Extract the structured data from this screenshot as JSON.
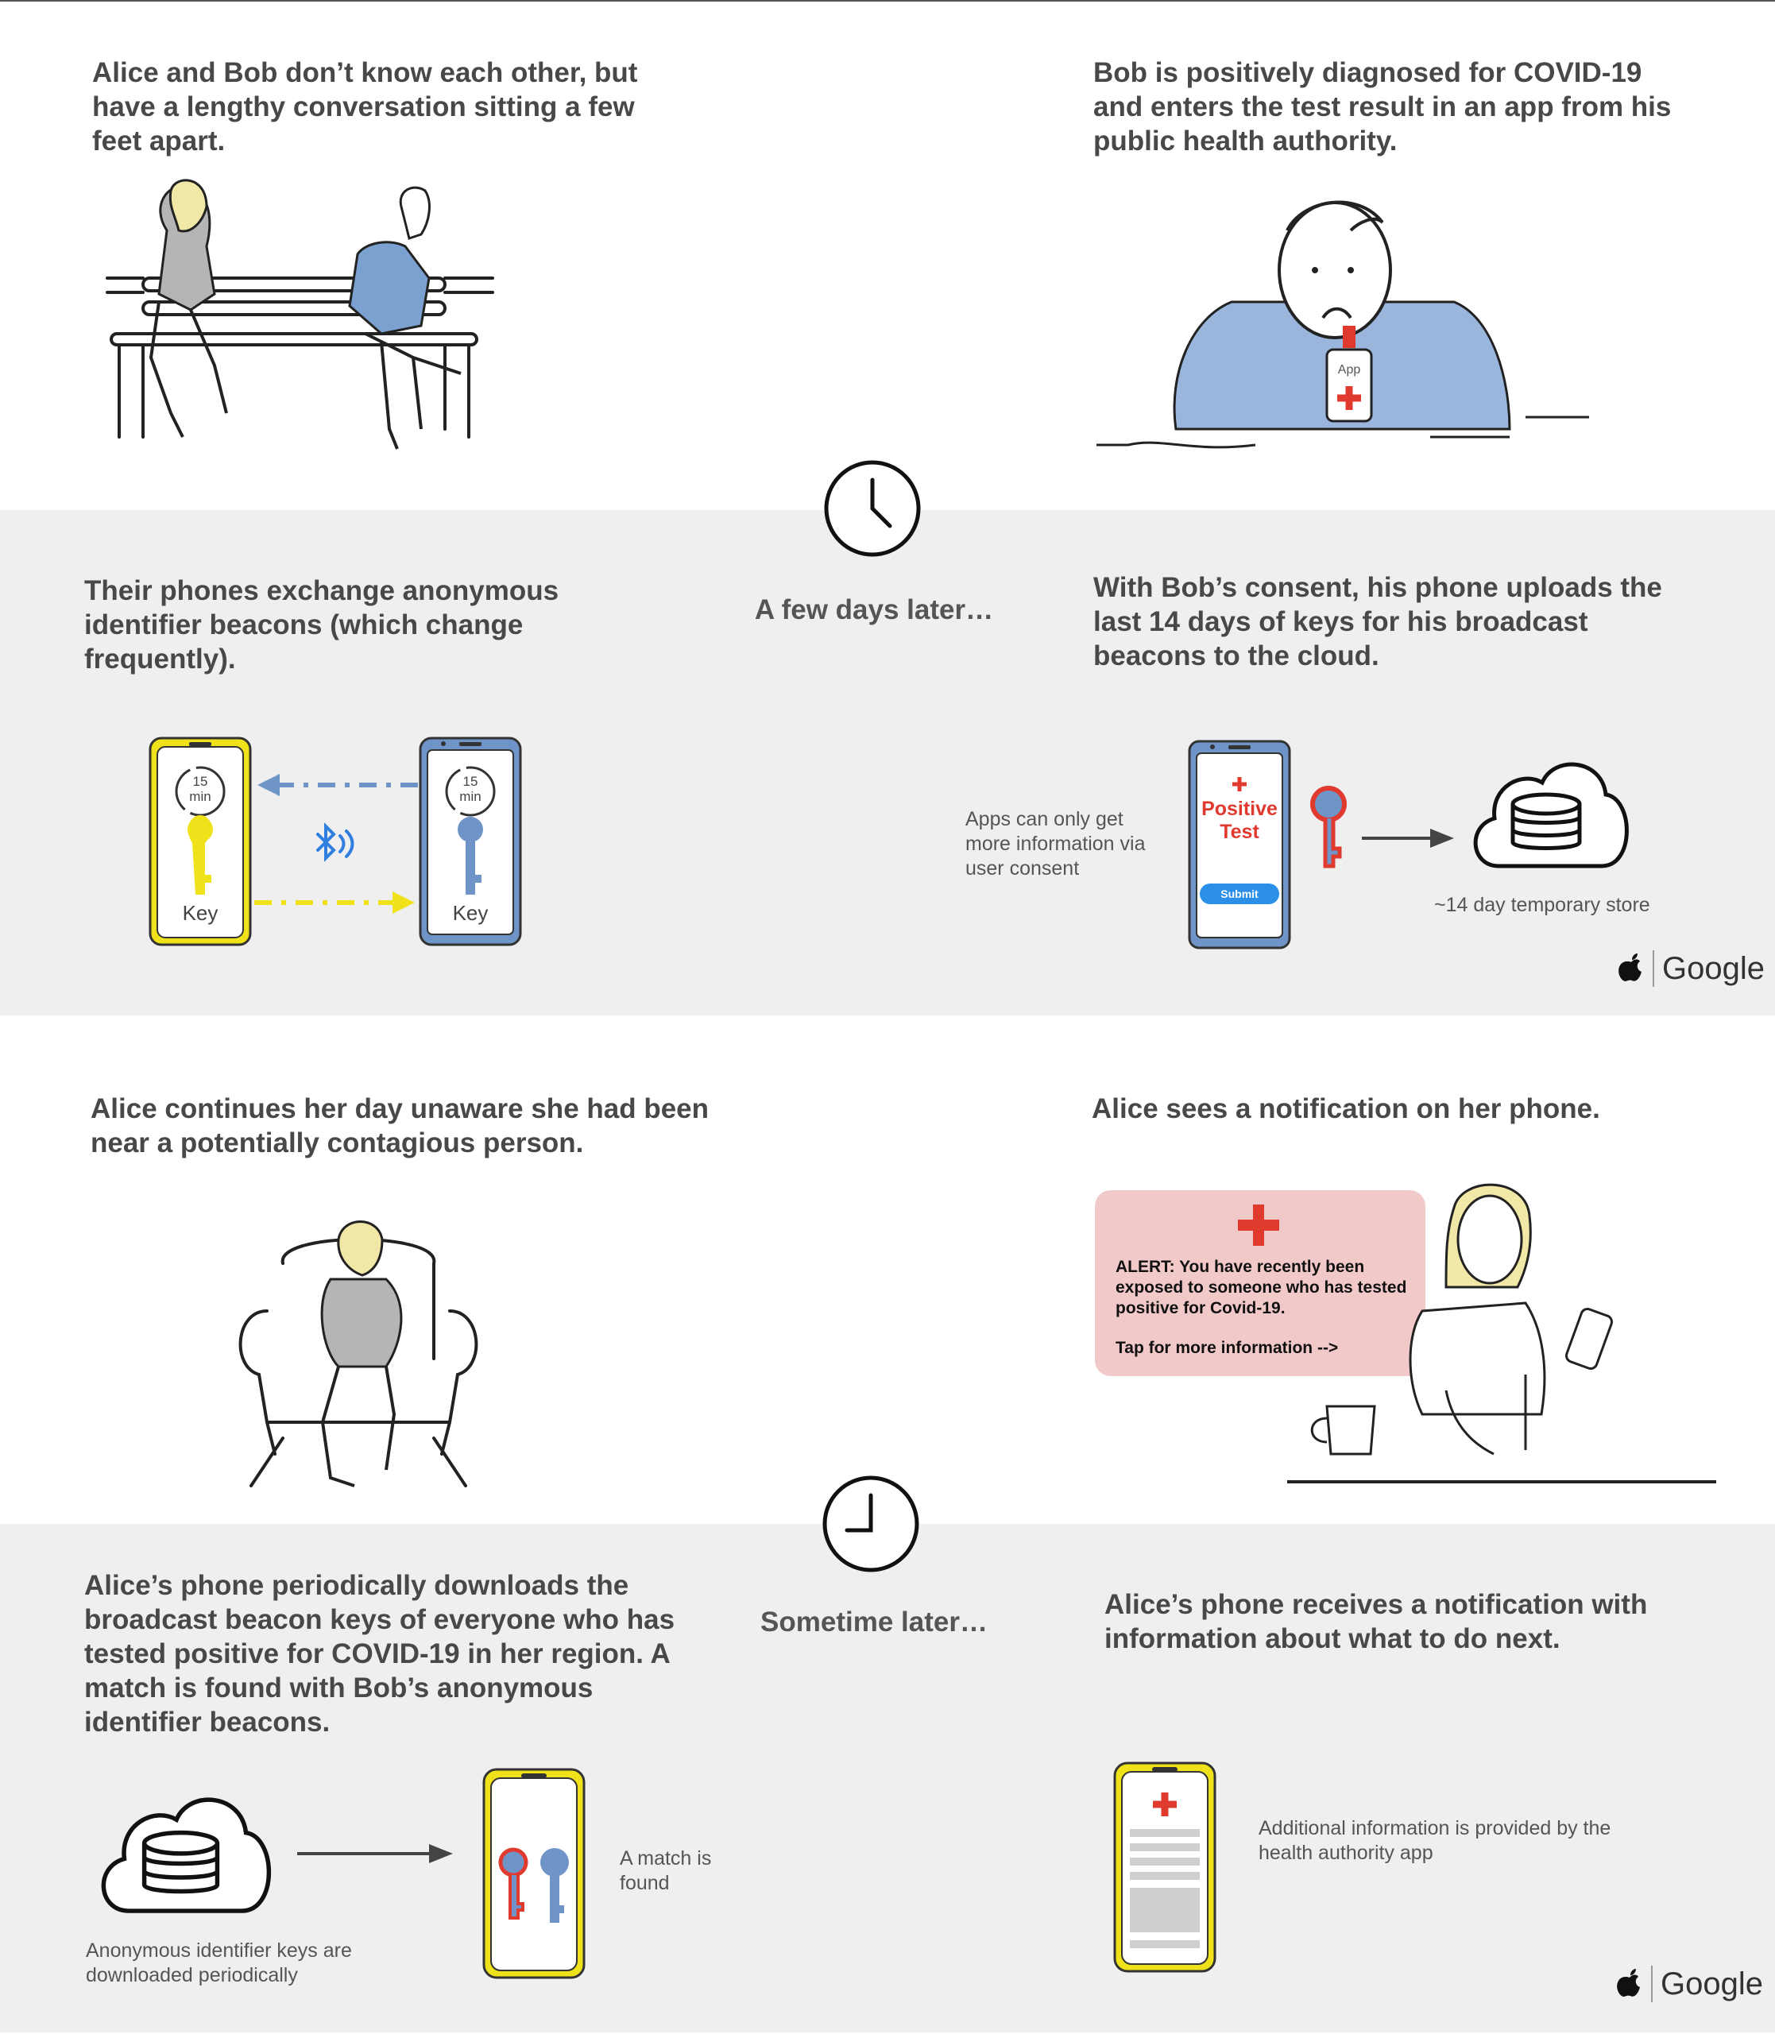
{
  "panels": {
    "p1": "Alice and Bob don’t know each other, but have a lengthy conversation sitting a few feet apart.",
    "p2": "Bob is positively diagnosed for COVID-19 and enters the test result in an app from his public health authority.",
    "p3": "Their phones exchange anonymous identifier beacons (which change frequently).",
    "p4": "With Bob’s consent, his phone uploads the last 14 days of keys for his broadcast beacons to the cloud.",
    "p5": "Alice continues her day unaware she had been near a potentially contagious person.",
    "p6": "Alice sees a notification on her phone.",
    "p7": "Alice’s phone periodically downloads the broadcast beacon keys of everyone who has tested positive for COVID-19 in her region. A match is found with Bob’s anonymous identifier beacons.",
    "p8": "Alice’s phone receives a notification with information about what to do next."
  },
  "transitions": {
    "first": "A few days later…",
    "second": "Sometime later…"
  },
  "labels": {
    "app": "App",
    "timer_num": "15",
    "timer_unit": "min",
    "key": "Key",
    "consent_note": "Apps can only get more information via user consent",
    "positive_test": "Positive Test",
    "submit": "Submit",
    "store": "~14 day temporary store",
    "download_note": "Anonymous identifier keys are downloaded periodically",
    "match": "A match is found",
    "additional": "Additional information is provided by the health authority app"
  },
  "alert": {
    "line1": "ALERT:  You have recently been",
    "line2": "exposed to someone who has tested",
    "line3": "positive for Covid-19.",
    "tap": "Tap for more information -->"
  },
  "brand": {
    "name": "Google",
    "apple_icon": "apple-logo"
  },
  "colors": {
    "yellow": "#efe21a",
    "blue": "#6f94c7",
    "red": "#e03a2f",
    "alert_bg": "#f2c9c9"
  }
}
